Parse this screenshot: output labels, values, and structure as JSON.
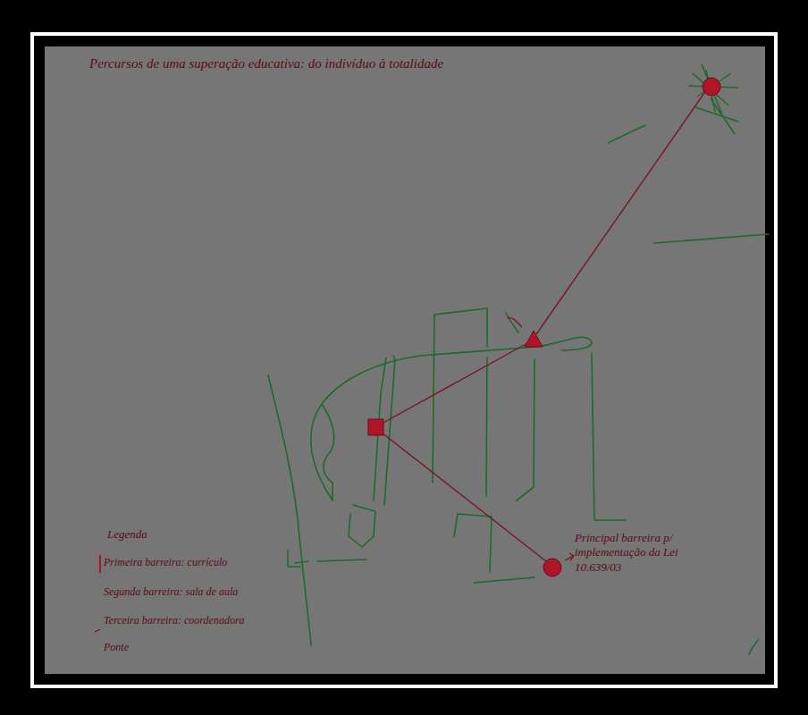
{
  "diagram": {
    "title": "Percursos de uma superação educativa: do indivíduo à totalidade",
    "nodes": [
      {
        "text": [
          "Principal barreira p/ implementação da Lei 10.639/03"
        ]
      }
    ],
    "labels": [
      "Legenda"
    ],
    "legend": [
      {
        "text": "Primeira barreira: currículo"
      },
      {
        "text": "Segunda barreira: sala de aula"
      },
      {
        "text": "Terceira barreira: coordenadora"
      },
      {
        "text": "Ponte"
      }
    ]
  }
}
